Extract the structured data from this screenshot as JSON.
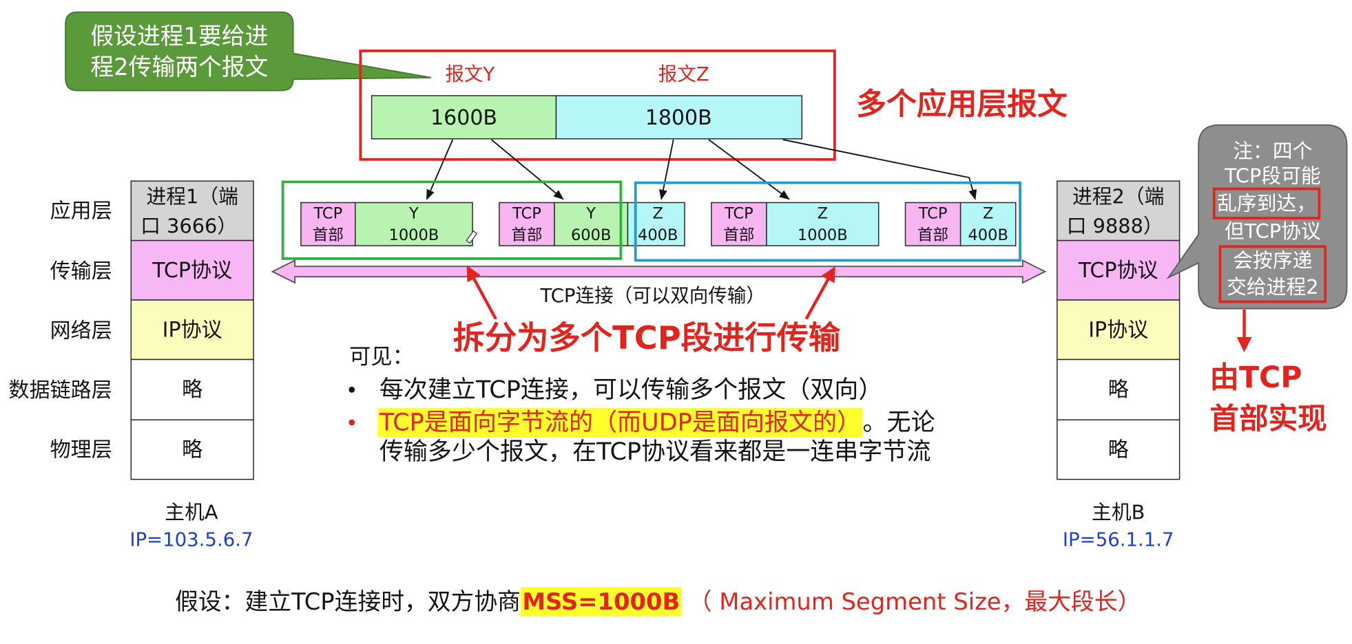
{
  "colors": {
    "red": "#e3231c",
    "blue": "#1c3fd8",
    "bubble_green": "#5b9a3b",
    "segment_group_green": "#2bb33c",
    "segment_group_blue": "#1e9ad9",
    "message_y": "#b9f3b1",
    "message_z": "#b5f6f6",
    "tcp_header": "#f7b5f2",
    "process_cell": "#d4d4d4",
    "tcp_protocol": "#f6b7f4",
    "ip_protocol": "#fcfcbc",
    "highlight": "#ffff2e",
    "callout_gray": "#8e8e8e"
  },
  "assumption_callout": {
    "lines": [
      "假设进程1要给进",
      "程2传输两个报文"
    ]
  },
  "application_messages": {
    "label_y": "报文Y",
    "label_z": "报文Z",
    "size_y": "1600B",
    "size_z": "1800B",
    "heading": "多个应用层报文"
  },
  "layers": [
    "应用层",
    "传输层",
    "网络层",
    "数据链路层",
    "物理层"
  ],
  "host_a": {
    "process_lines": [
      "进程1（端",
      "口 3666）"
    ],
    "transport": "TCP协议",
    "network": "IP协议",
    "data_link": "略",
    "physical": "略",
    "name": "主机A",
    "ip": "IP=103.5.6.7"
  },
  "host_b": {
    "process_lines": [
      "进程2（端",
      "口 9888）"
    ],
    "transport": "TCP协议",
    "network": "IP协议",
    "data_link": "略",
    "physical": "略",
    "name": "主机B",
    "ip": "IP=56.1.1.7"
  },
  "segments": [
    {
      "header": [
        "TCP",
        "首部"
      ],
      "parts": [
        {
          "label": "Y",
          "size": "1000B"
        }
      ]
    },
    {
      "header": [
        "TCP",
        "首部"
      ],
      "parts": [
        {
          "label": "Y",
          "size": "600B"
        },
        {
          "label": "Z",
          "size": "400B"
        }
      ]
    },
    {
      "header": [
        "TCP",
        "首部"
      ],
      "parts": [
        {
          "label": "Z",
          "size": "1000B"
        }
      ]
    },
    {
      "header": [
        "TCP",
        "首部"
      ],
      "parts": [
        {
          "label": "Z",
          "size": "400B"
        }
      ]
    }
  ],
  "connection_label": "TCP连接（可以双向传输）",
  "split_heading": "拆分为多个TCP段进行传输",
  "notes": {
    "title": "可见：",
    "bullet1": "每次建立TCP连接，可以传输多个报文（双向）",
    "bullet2_highlight": "TCP是面向字节流的（而UDP是面向报文的）",
    "bullet2_rest": "。无论",
    "bullet2_line2": "传输多少个报文，在TCP协议看来都是一连串字节流"
  },
  "reorder_callout": {
    "lines": [
      "注：四个",
      "TCP段可能",
      "乱序到达，",
      "但TCP协议",
      "会按序递",
      "交给进程2"
    ]
  },
  "implementation_note": [
    "由TCP",
    "首部实现"
  ],
  "footer": {
    "prefix": "假设：建立TCP连接时，双方协商",
    "mss": "MSS=1000B",
    "suffix": "（ Maximum Segment Size，最大段长）"
  }
}
